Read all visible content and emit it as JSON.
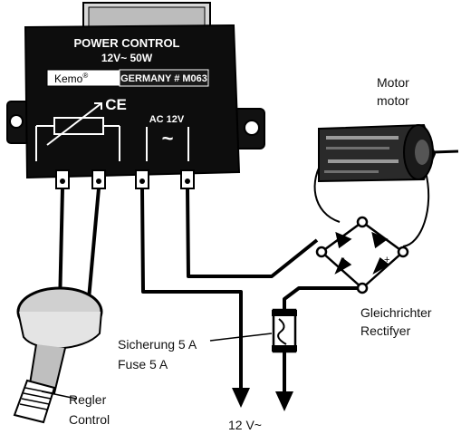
{
  "device": {
    "title": "POWER CONTROL",
    "rating": "12V~ 50W",
    "brand": "Kemo",
    "brand_mark": "®",
    "origin_code": "GERMANY # M063",
    "ce_mark": "CE",
    "ac_label": "AC 12V",
    "ac_symbol": "~"
  },
  "labels": {
    "motor_de": "Motor",
    "motor_en": "motor",
    "rectifier_de": "Gleichrichter",
    "rectifier_en": "Rectifyer",
    "fuse_de": "Sicherung 5 A",
    "fuse_en": "Fuse 5 A",
    "control_de": "Regler",
    "control_en": "Control",
    "supply": "12 V~"
  },
  "colors": {
    "ink": "#000000",
    "body": "#0d0d0d",
    "metal": "#d8d8d8",
    "paper": "#ffffff"
  }
}
